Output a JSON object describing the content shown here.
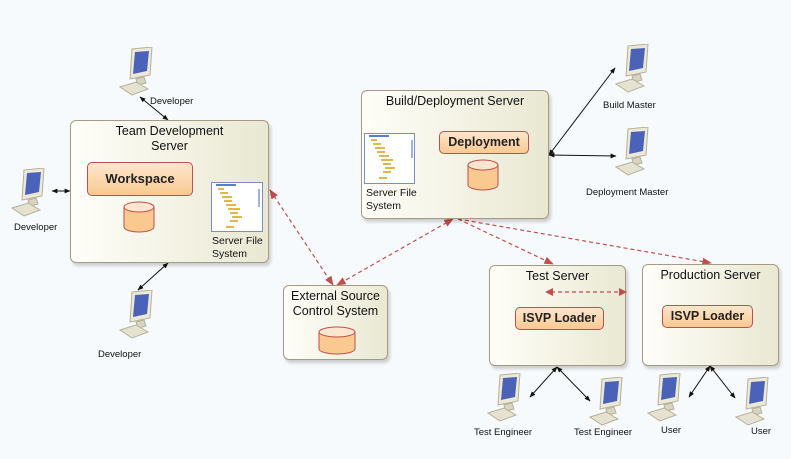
{
  "nodes": {
    "team_dev": {
      "title_line1": "Team Development",
      "title_line2": "Server",
      "component": "Workspace",
      "fs_label_line1": "Server File",
      "fs_label_line2": "System"
    },
    "build": {
      "title": "Build/Deployment Server",
      "component": "Deployment",
      "fs_label_line1": "Server File",
      "fs_label_line2": "System"
    },
    "external": {
      "title_line1": "External Source",
      "title_line2": "Control System"
    },
    "test": {
      "title": "Test Server",
      "component": "ISVP Loader"
    },
    "production": {
      "title": "Production Server",
      "component": "ISVP Loader"
    }
  },
  "actors": [
    {
      "id": "dev-top",
      "label": "Developer"
    },
    {
      "id": "dev-left",
      "label": "Developer"
    },
    {
      "id": "dev-bottom",
      "label": "Developer"
    },
    {
      "id": "build-master",
      "label": "Build Master"
    },
    {
      "id": "deploy-master",
      "label": "Deployment Master"
    },
    {
      "id": "test-eng-1",
      "label": "Test Engineer"
    },
    {
      "id": "test-eng-2",
      "label": "Test Engineer"
    },
    {
      "id": "user-1",
      "label": "User"
    },
    {
      "id": "user-2",
      "label": "User"
    }
  ],
  "colors": {
    "dashed_link": "#c0504d",
    "solid_link": "#111111",
    "component_border": "#c0504d",
    "node_border": "#a59a83"
  }
}
